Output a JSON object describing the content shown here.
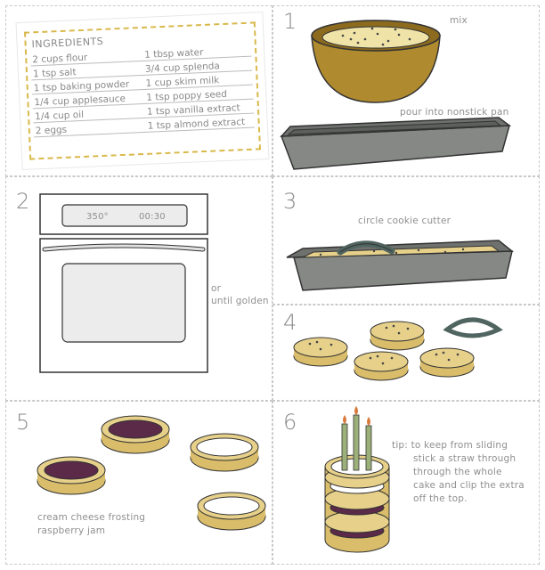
{
  "ingredients": {
    "title": "INGREDIENTS",
    "left": [
      "2 cups flour",
      "1 tsp salt",
      "1 tsp baking powder",
      "1/4 cup applesauce",
      "1/4 cup oil",
      "2 eggs"
    ],
    "right": [
      "1 tbsp water",
      "3/4 cup splenda",
      "1 cup skim milk",
      "1 tsp poppy seed",
      "1 tsp vanilla extract",
      "1 tsp almond extract"
    ]
  },
  "steps": [
    {
      "number": "1",
      "labels": [
        "mix",
        "pour into nonstick pan"
      ]
    },
    {
      "number": "2",
      "labels": [
        "or",
        "until golden"
      ],
      "oven": {
        "temp": "350°",
        "time": "00:30"
      }
    },
    {
      "number": "3",
      "labels": [
        "circle cookie cutter"
      ]
    },
    {
      "number": "4",
      "labels": []
    },
    {
      "number": "5",
      "labels": [
        "cream cheese frosting",
        "raspberry jam"
      ]
    },
    {
      "number": "6",
      "labels": [
        "tip: to keep from sliding",
        "stick a straw through",
        "through the whole",
        "cake and clip the extra",
        "off the top."
      ]
    }
  ],
  "colors": {
    "bowl": "#b08a2e",
    "batter": "#efe3a8",
    "pan": "#858885",
    "cake": "#e6d08a",
    "jam": "#5a2a48",
    "candle": "#9cb07a",
    "flame": "#d87a3c",
    "cutter": "#506460",
    "border": "#d9b94c"
  }
}
